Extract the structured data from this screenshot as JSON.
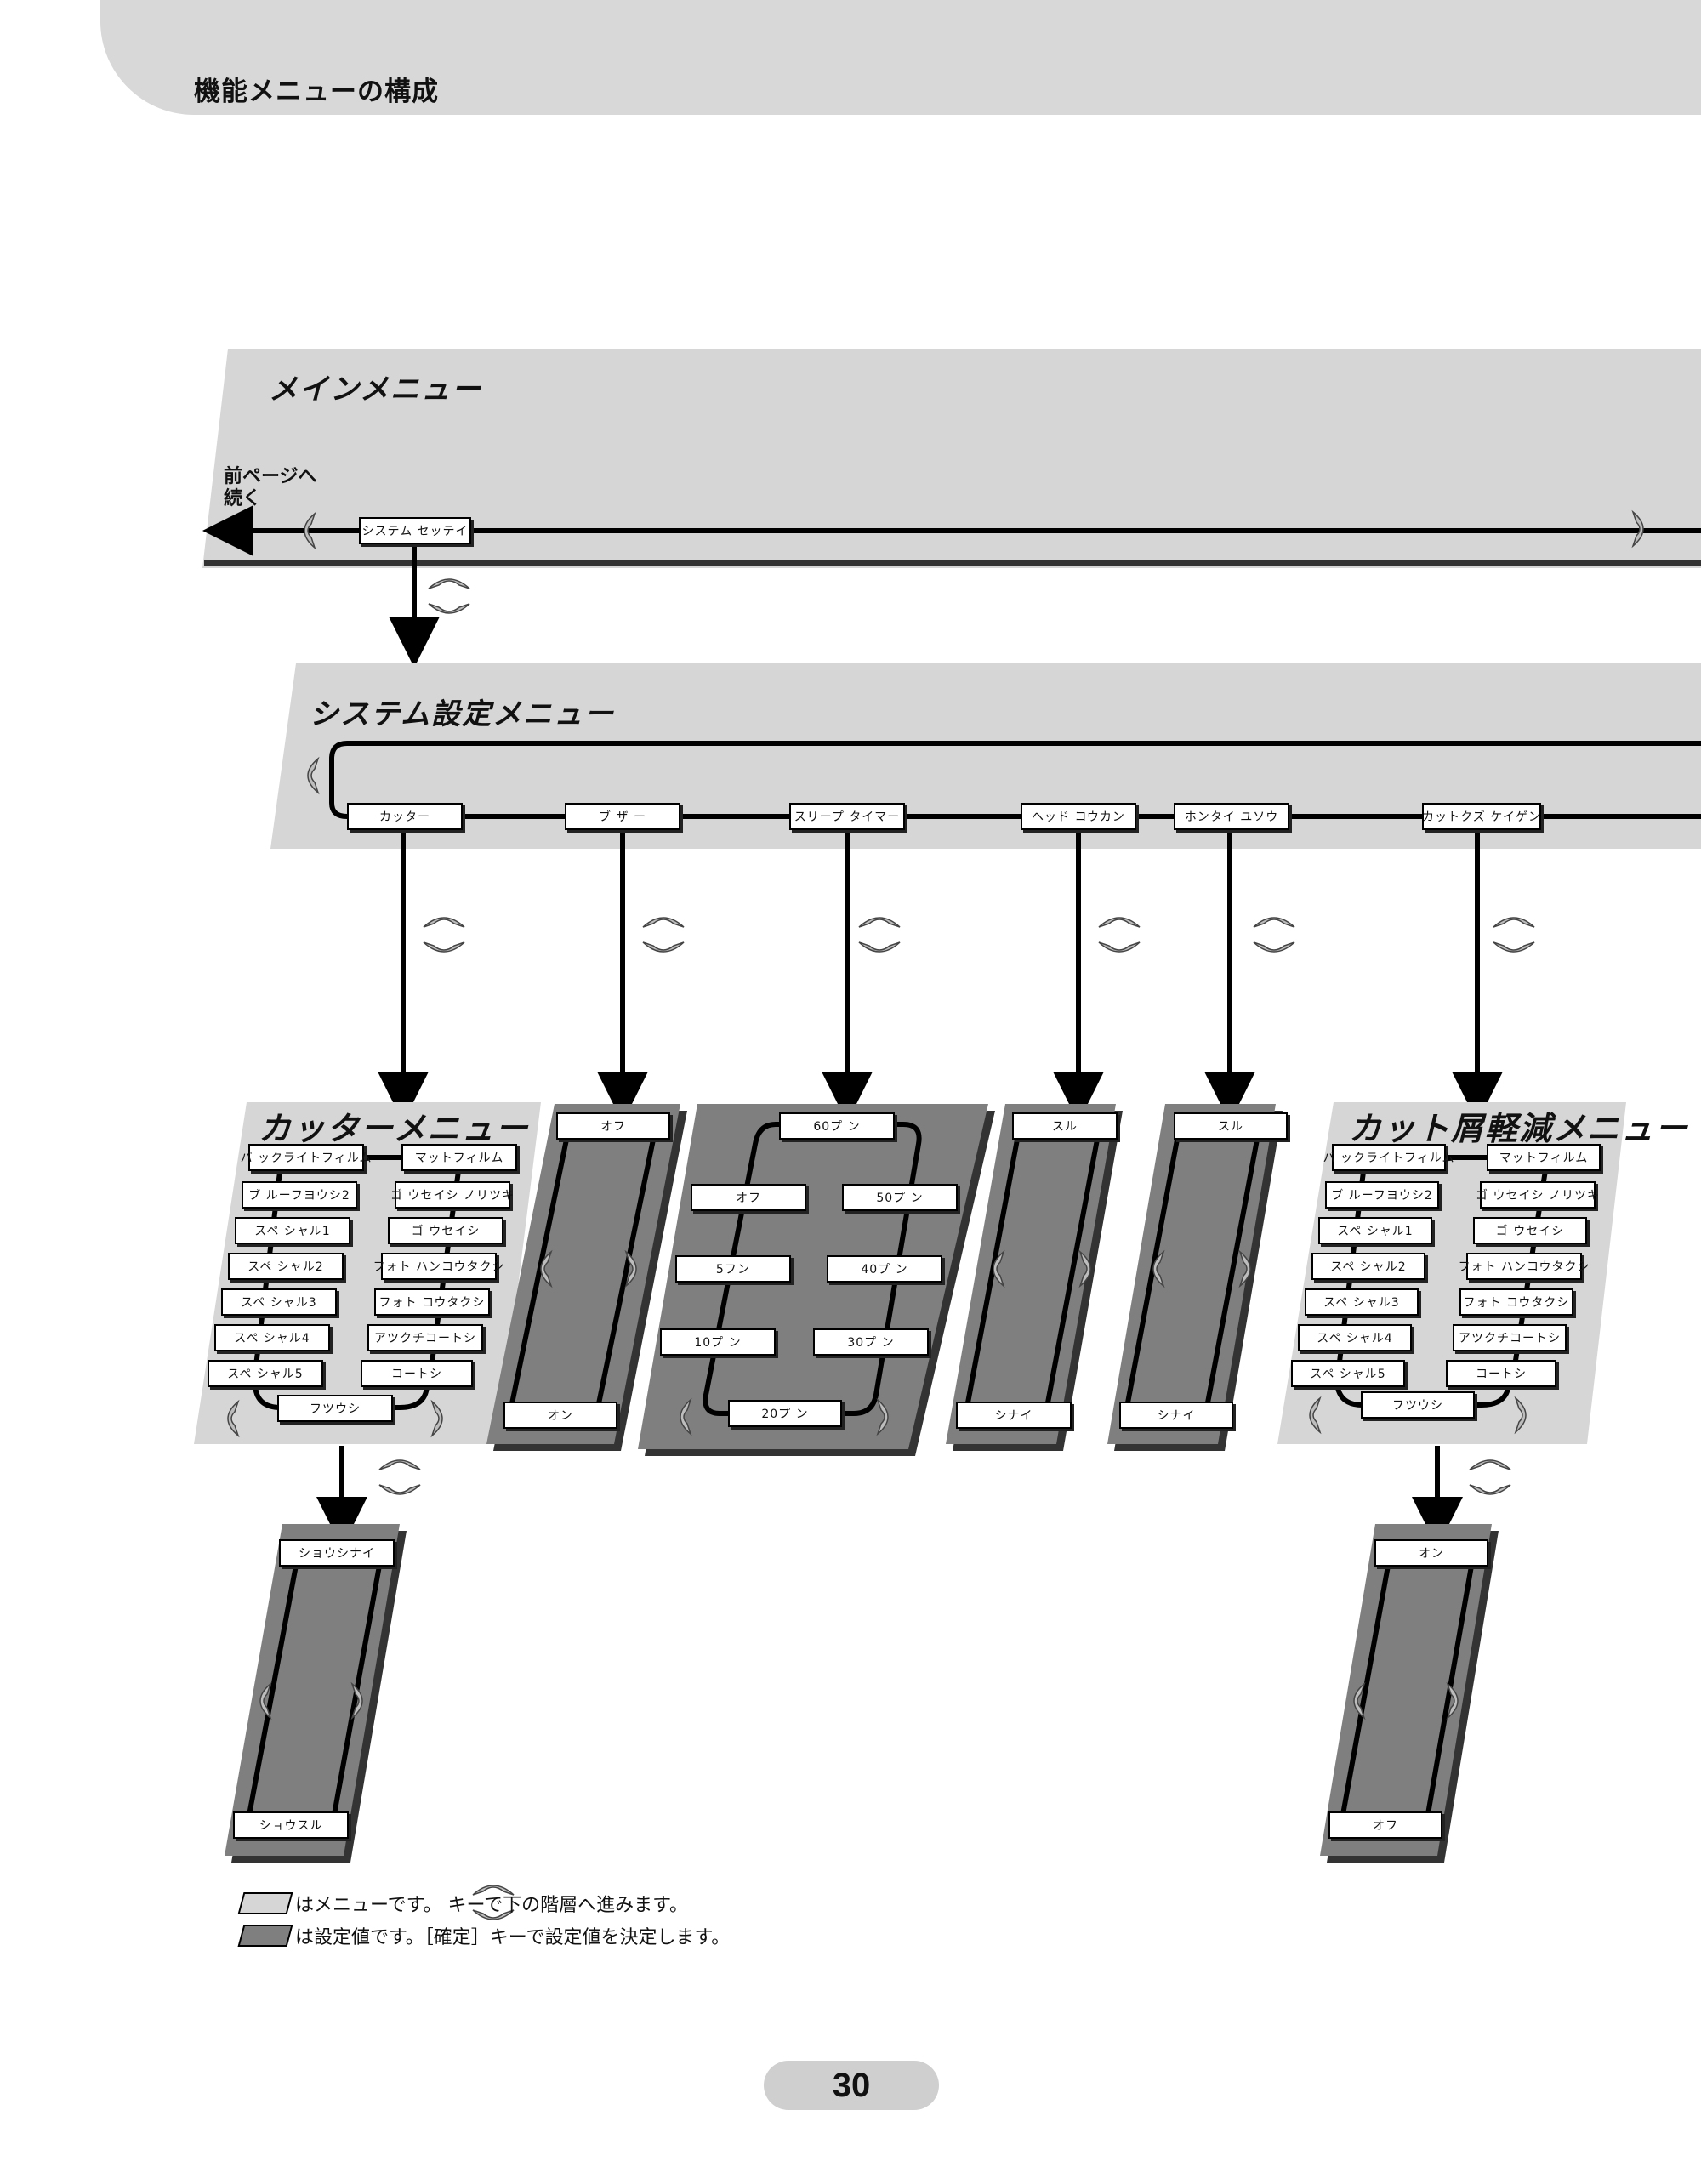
{
  "header": {
    "title": "機能メニューの構成"
  },
  "main_menu": {
    "title": "メインメニュー",
    "prev_page": "前ページへ\n続く",
    "item": "システム セッテイ"
  },
  "system_menu": {
    "title": "システム設定メニュー",
    "items": [
      "カッター",
      "ブ ザ ー",
      "スリープ タイマー",
      "ヘッド コウカン",
      "ホンタイ ユソウ",
      "カットクズ ケイゲン"
    ]
  },
  "cutter_menu": {
    "title": "カッターメニュー",
    "left": [
      "バ ックライトフィルム",
      "ブ ルーフヨウシ2",
      "スペ シャル1",
      "スペ シャル2",
      "スペ シャル3",
      "スペ シャル4",
      "スペ シャル5"
    ],
    "right": [
      "マットフィルム",
      "ゴ ウセイシ ノリツキ",
      "ゴ ウセイシ",
      "フォト ハンコウタクシ",
      "フォト コウタクシ",
      "アツクチコートシ",
      "コートシ"
    ],
    "bottom": "フツウシ"
  },
  "cutter_setting": {
    "top": "ショウシナイ",
    "bottom": "ショウスル"
  },
  "buzzer_setting": {
    "top": "オフ",
    "bottom": "オン"
  },
  "sleep_setting": {
    "top": "60プ ン",
    "left": [
      "オフ",
      "5フン",
      "10プ ン"
    ],
    "right": [
      "50プ ン",
      "40プ ン",
      "30プ ン"
    ],
    "bottom": "20プ ン"
  },
  "head_setting": {
    "top": "スル",
    "bottom": "シナイ"
  },
  "transport_setting": {
    "top": "スル",
    "bottom": "シナイ"
  },
  "cutdust_menu": {
    "title": "カット屑軽減メニュー",
    "left": [
      "バ ックライトフィルム",
      "ブ ルーフヨウシ2",
      "スペ シャル1",
      "スペ シャル2",
      "スペ シャル3",
      "スペ シャル4",
      "スペ シャル5"
    ],
    "right": [
      "マットフィルム",
      "ゴ ウセイシ ノリツキ",
      "ゴ ウセイシ",
      "フォト ハンコウタクシ",
      "フォト コウタクシ",
      "アツクチコートシ",
      "コートシ"
    ],
    "bottom": "フツウシ"
  },
  "cutdust_setting": {
    "top": "オン",
    "bottom": "オフ"
  },
  "legend": {
    "menu": "はメニューです。 キーで下の階層へ進みます。",
    "setting": "は設定値です。［確定］キーで設定値を決定します。"
  },
  "page_number": "30",
  "colors": {
    "menu": "#d6d6d6",
    "setting": "#7f7f7f",
    "band": "#d8d8d8"
  }
}
